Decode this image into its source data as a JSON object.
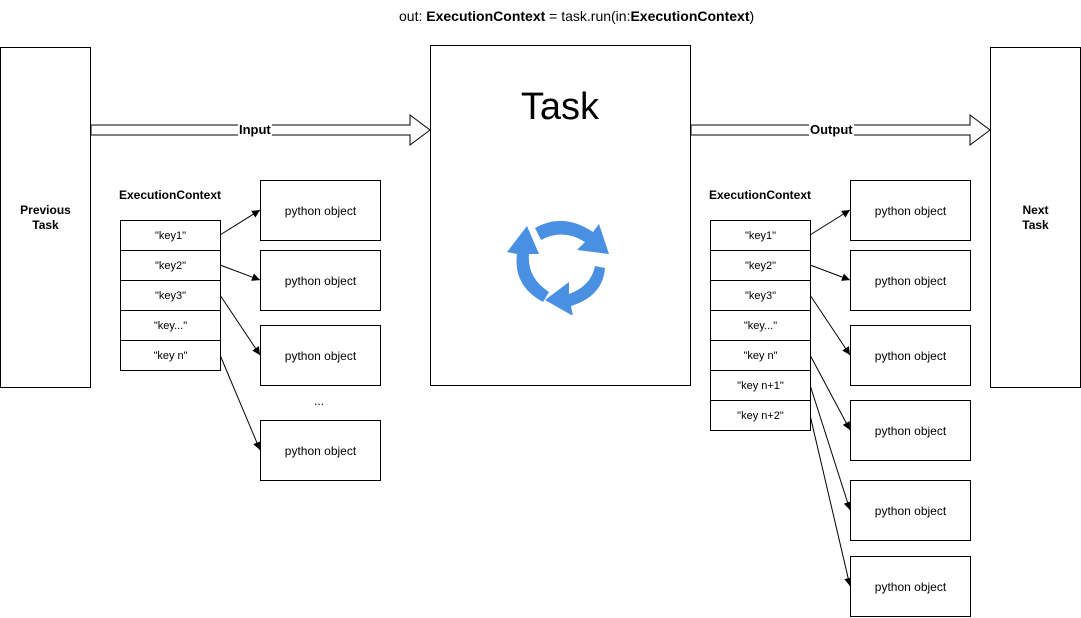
{
  "title": {
    "prefix": "out: ",
    "out_type": "ExecutionContext",
    "middle": " = task.run(in:",
    "in_type": "ExecutionContext",
    "suffix": ")"
  },
  "previous_task": "Previous\nTask",
  "next_task": "Next\nTask",
  "task": {
    "label": "Task",
    "icon": "cycle-arrows-icon",
    "icon_color": "#4a90e2"
  },
  "input_arrow_label": "Input",
  "output_arrow_label": "Output",
  "input_context": {
    "label": "ExecutionContext",
    "keys": [
      "\"key1\"",
      "\"key2\"",
      "\"key3\"",
      "\"key...\"",
      "\"key n\""
    ],
    "objects": [
      "python object",
      "python object",
      "python object",
      "python object"
    ],
    "ellipsis": "..."
  },
  "output_context": {
    "label": "ExecutionContext",
    "keys": [
      "\"key1\"",
      "\"key2\"",
      "\"key3\"",
      "\"key...\"",
      "\"key n\"",
      "\"key n+1\"",
      "\"key n+2\""
    ],
    "objects": [
      "python object",
      "python object",
      "python object",
      "python object",
      "python object",
      "python object"
    ],
    "ellipsis": "..."
  }
}
